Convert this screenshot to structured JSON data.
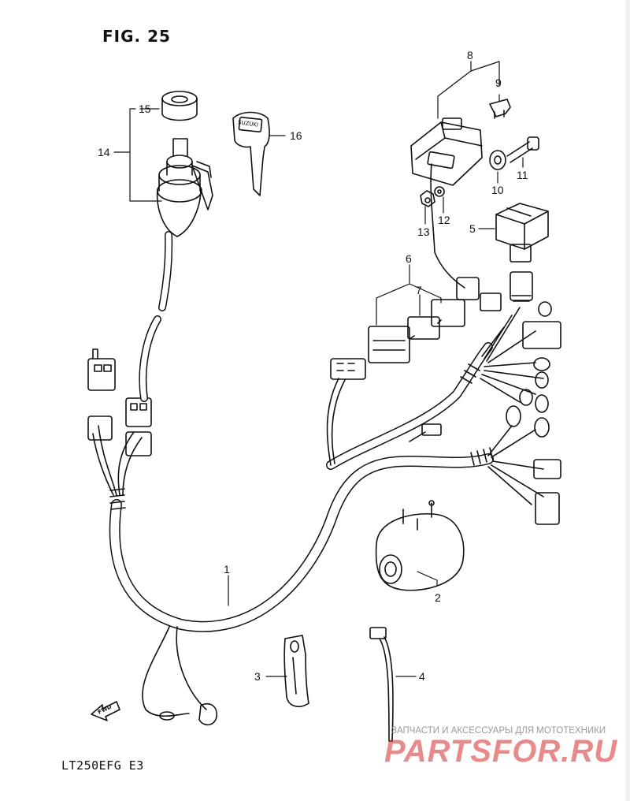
{
  "figure": {
    "title": "FIG. 25",
    "model_code": "LT250EFG  E3"
  },
  "callouts": [
    "1",
    "2",
    "3",
    "4",
    "5",
    "6",
    "7",
    "8",
    "9",
    "10",
    "11",
    "12",
    "13",
    "14",
    "15",
    "16"
  ],
  "fwd_label": "FWD",
  "key_brand": "SUZUKI",
  "watermark": {
    "tagline": "ЗАПЧАСТИ И АКСЕССУАРЫ ДЛЯ МОТОТЕХНИКИ",
    "brand": "PARTSFOR.RU"
  }
}
